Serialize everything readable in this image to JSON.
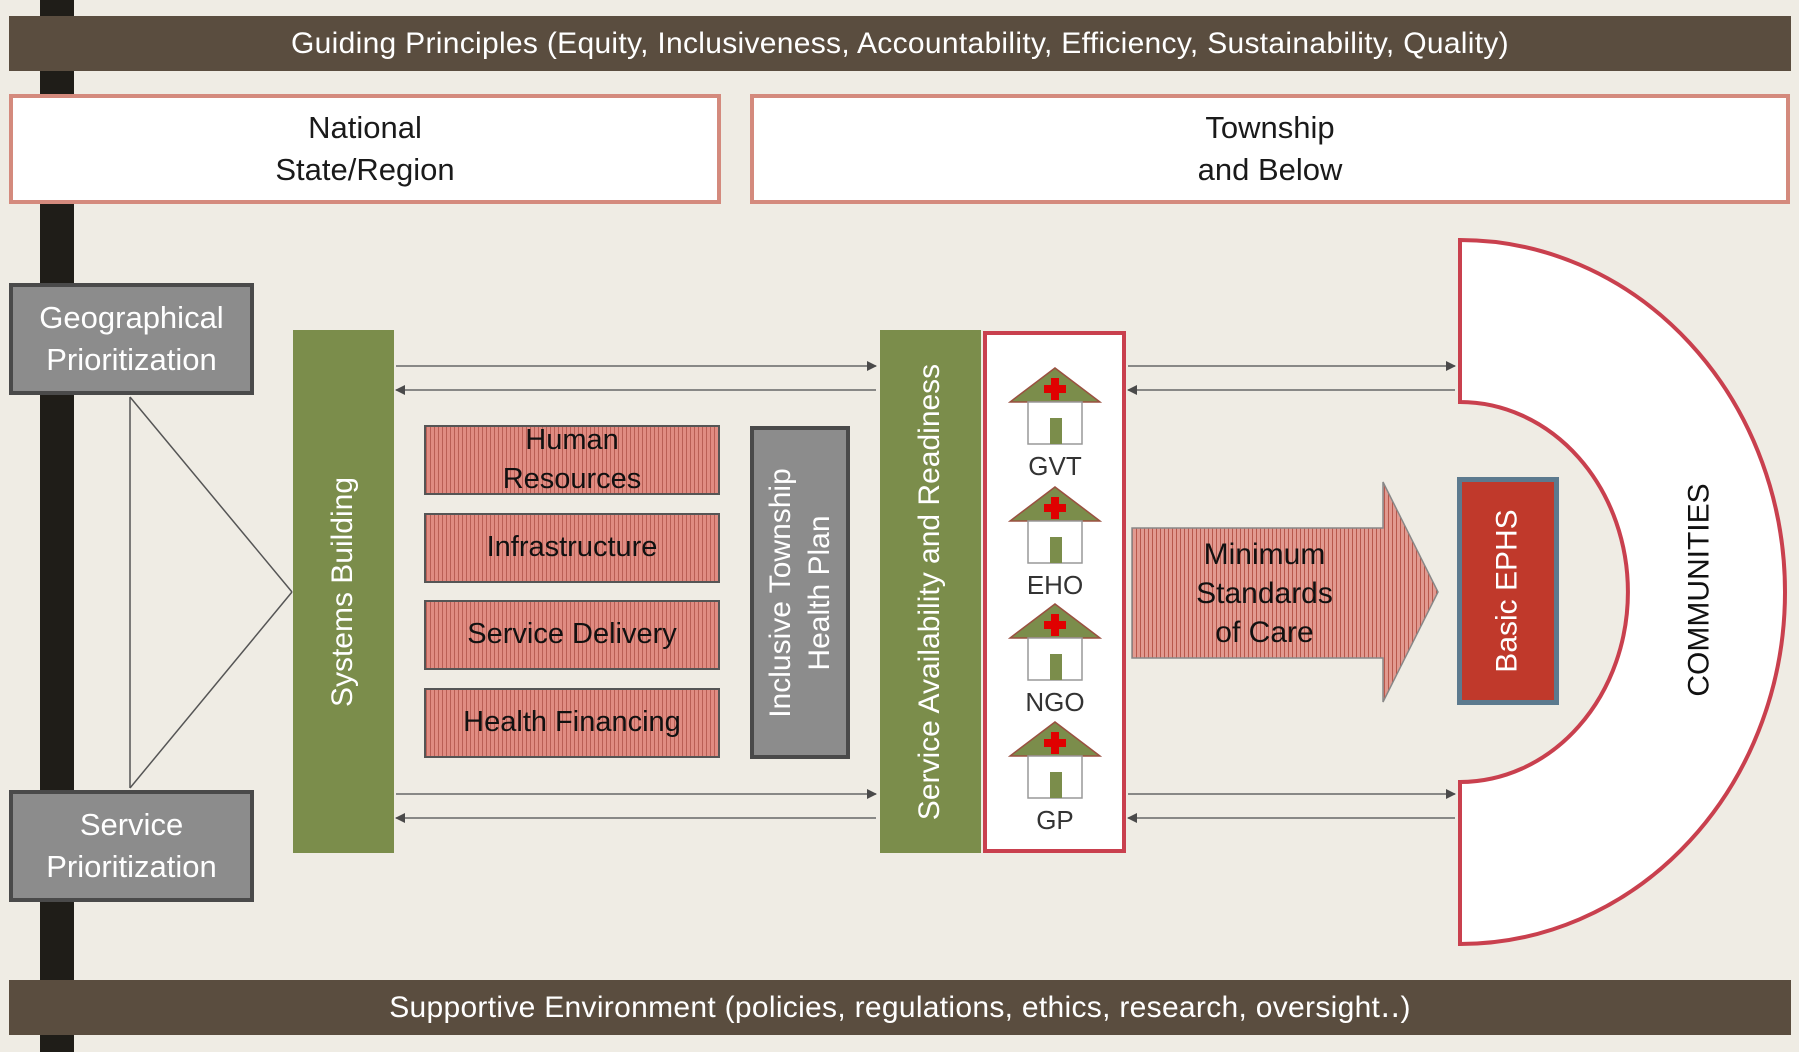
{
  "header": {
    "guiding_principles": "Guiding Principles (Equity, Inclusiveness, Accountability, Efficiency, Sustainability, Quality)"
  },
  "levels": {
    "national_line1": "National",
    "national_line2": "State/Region",
    "township_line1": "Township",
    "township_line2": "and Below"
  },
  "prioritization": {
    "geo_line1": "Geographical",
    "geo_line2": "Prioritization",
    "service_line1": "Service",
    "service_line2": "Prioritization"
  },
  "systems_building": "Systems Building",
  "components": [
    {
      "line1": "Human",
      "line2": "Resources"
    },
    {
      "line1": "Infrastructure",
      "line2": ""
    },
    {
      "line1": "Service Delivery",
      "line2": ""
    },
    {
      "line1": "Health Financing",
      "line2": ""
    }
  ],
  "township_plan": {
    "line1": "Inclusive Township",
    "line2": "Health Plan"
  },
  "service_readiness": "Service Availability and Readiness",
  "facilities": [
    "GVT",
    "EHO",
    "NGO",
    "GP"
  ],
  "minimum_standards": {
    "line1": "Minimum",
    "line2": "Standards",
    "line3": "of Care"
  },
  "basic_ephs": "Basic EPHS",
  "communities": "COMMUNITIES",
  "footer": {
    "supportive_environment": "Supportive Environment (policies, regulations, ethics, research, oversight‥)"
  },
  "colors": {
    "band_brown": "#5a4d3f",
    "olive_green": "#7b8d4b",
    "salmon": "#e08c82",
    "red_accent": "#c0392b",
    "gray_box": "#8c8c8c",
    "background": "#efece4"
  }
}
